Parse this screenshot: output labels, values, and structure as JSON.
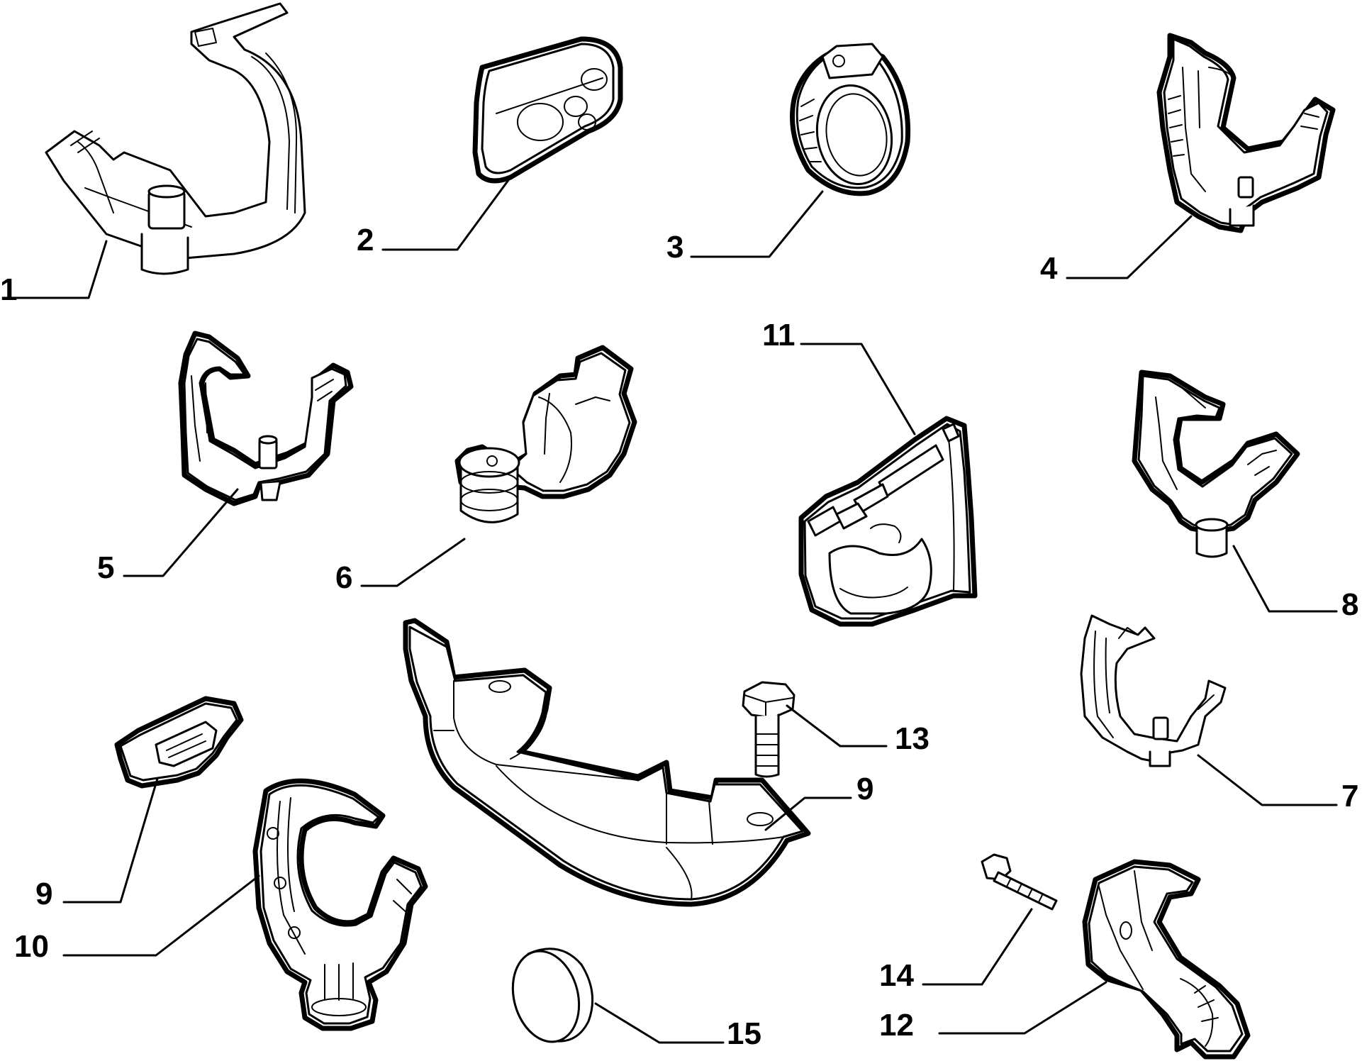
{
  "diagram": {
    "background": "#ffffff",
    "ink": "#000000",
    "callouts": [
      {
        "id": "c1",
        "label": "1"
      },
      {
        "id": "c2",
        "label": "2"
      },
      {
        "id": "c3",
        "label": "3"
      },
      {
        "id": "c4",
        "label": "4"
      },
      {
        "id": "c5",
        "label": "5"
      },
      {
        "id": "c6",
        "label": "6"
      },
      {
        "id": "c7",
        "label": "7"
      },
      {
        "id": "c8",
        "label": "8"
      },
      {
        "id": "c9a",
        "label": "9"
      },
      {
        "id": "c9b",
        "label": "9"
      },
      {
        "id": "c10",
        "label": "10"
      },
      {
        "id": "c11",
        "label": "11"
      },
      {
        "id": "c12",
        "label": "12"
      },
      {
        "id": "c13",
        "label": "13"
      },
      {
        "id": "c14",
        "label": "14"
      },
      {
        "id": "c15",
        "label": "15"
      }
    ]
  }
}
